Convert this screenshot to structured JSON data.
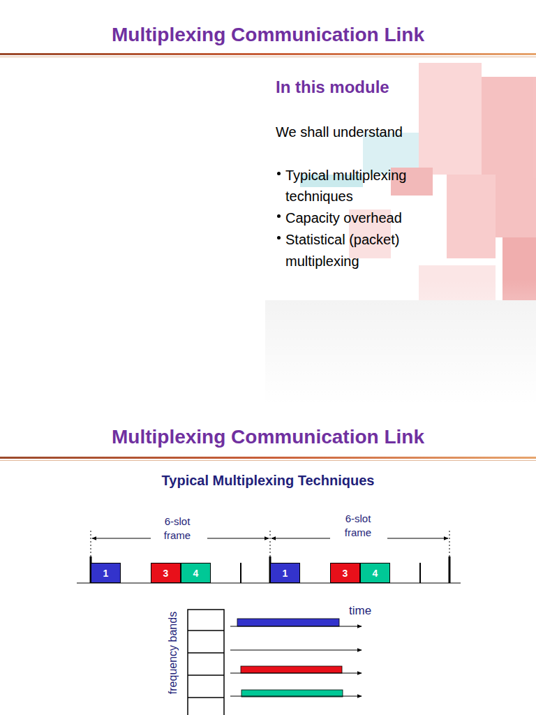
{
  "diagram": {
    "title": "Multiplexing Communication Link",
    "nodes": [
      {
        "text": [
          "1"
        ]
      },
      {
        "text": [
          "3"
        ]
      },
      {
        "text": [
          "4"
        ]
      },
      {
        "text": [
          "1"
        ]
      },
      {
        "text": [
          "3"
        ]
      },
      {
        "text": [
          "4"
        ]
      }
    ],
    "labels": [
      "In this module",
      "We shall understand",
      "Typical multiplexing techniques",
      "Capacity overhead",
      "Statistical (packet) multiplexing",
      "Multiplexing Communication Link",
      "Typical Multiplexing Techniques",
      "6-slot frame",
      "6-slot frame",
      "time",
      "frequency bands"
    ]
  }
}
